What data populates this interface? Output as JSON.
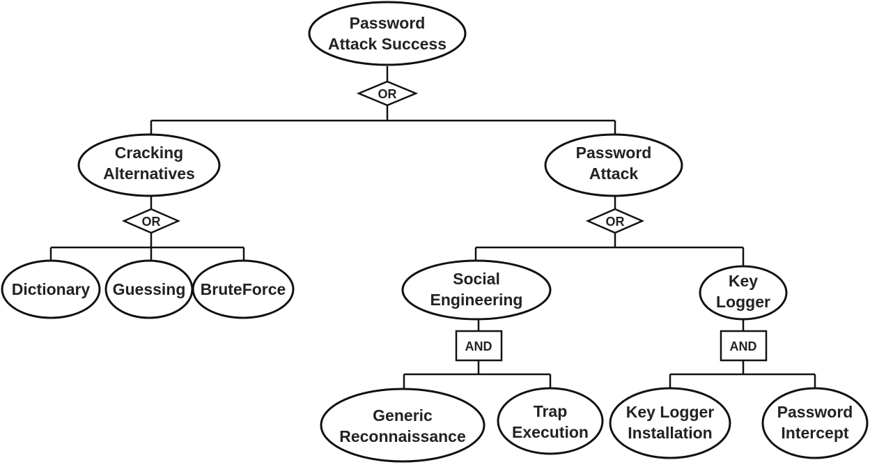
{
  "diagram": {
    "nodes": {
      "root": {
        "lines": [
          "Password",
          "Attack Success"
        ]
      },
      "cracking": {
        "lines": [
          "Cracking",
          "Alternatives"
        ]
      },
      "password_attack": {
        "lines": [
          "Password",
          "Attack"
        ]
      },
      "dictionary": {
        "lines": [
          "Dictionary"
        ]
      },
      "guessing": {
        "lines": [
          "Guessing"
        ]
      },
      "bruteforce": {
        "lines": [
          "BruteForce"
        ]
      },
      "social": {
        "lines": [
          "Social",
          "Engineering"
        ]
      },
      "keylogger": {
        "lines": [
          "Key",
          "Logger"
        ]
      },
      "generic": {
        "lines": [
          "Generic",
          "Reconnaissance"
        ]
      },
      "trap": {
        "lines": [
          "Trap",
          "Execution"
        ]
      },
      "kl_install": {
        "lines": [
          "Key Logger",
          "Installation"
        ]
      },
      "pw_intercept": {
        "lines": [
          "Password",
          "Intercept"
        ]
      }
    },
    "gates": {
      "root_gate": {
        "type": "OR",
        "label": "OR"
      },
      "cracking_gate": {
        "type": "OR",
        "label": "OR"
      },
      "attack_gate": {
        "type": "OR",
        "label": "OR"
      },
      "social_gate": {
        "type": "AND",
        "label": "AND"
      },
      "keylogger_gate": {
        "type": "AND",
        "label": "AND"
      }
    },
    "edges": [
      {
        "parent": "root",
        "gate": "root_gate",
        "children": [
          "cracking",
          "password_attack"
        ]
      },
      {
        "parent": "cracking",
        "gate": "cracking_gate",
        "children": [
          "dictionary",
          "guessing",
          "bruteforce"
        ]
      },
      {
        "parent": "password_attack",
        "gate": "attack_gate",
        "children": [
          "social",
          "keylogger"
        ]
      },
      {
        "parent": "social",
        "gate": "social_gate",
        "children": [
          "generic",
          "trap"
        ]
      },
      {
        "parent": "keylogger",
        "gate": "keylogger_gate",
        "children": [
          "kl_install",
          "pw_intercept"
        ]
      }
    ]
  }
}
